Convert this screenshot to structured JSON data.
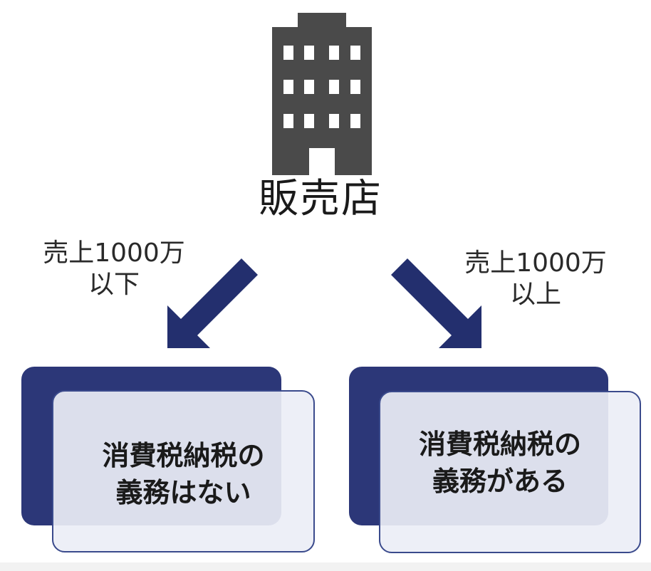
{
  "store": {
    "label": "販売店",
    "icon": "building-icon"
  },
  "branches": [
    {
      "condition_line1": "売上1000万",
      "condition_line2": "以下",
      "result_line1": "消費税納税の",
      "result_line2": "義務はない",
      "arrow_icon": "arrow-down-left-icon"
    },
    {
      "condition_line1": "売上1000万",
      "condition_line2": "以上",
      "result_line1": "消費税納税の",
      "result_line2": "義務がある",
      "arrow_icon": "arrow-down-right-icon"
    }
  ],
  "colors": {
    "building": "#4a4a4a",
    "arrow": "#232f6e",
    "card_back": "#2c3778",
    "card_border": "#3a4a8c",
    "card_front": "#eceef6"
  }
}
